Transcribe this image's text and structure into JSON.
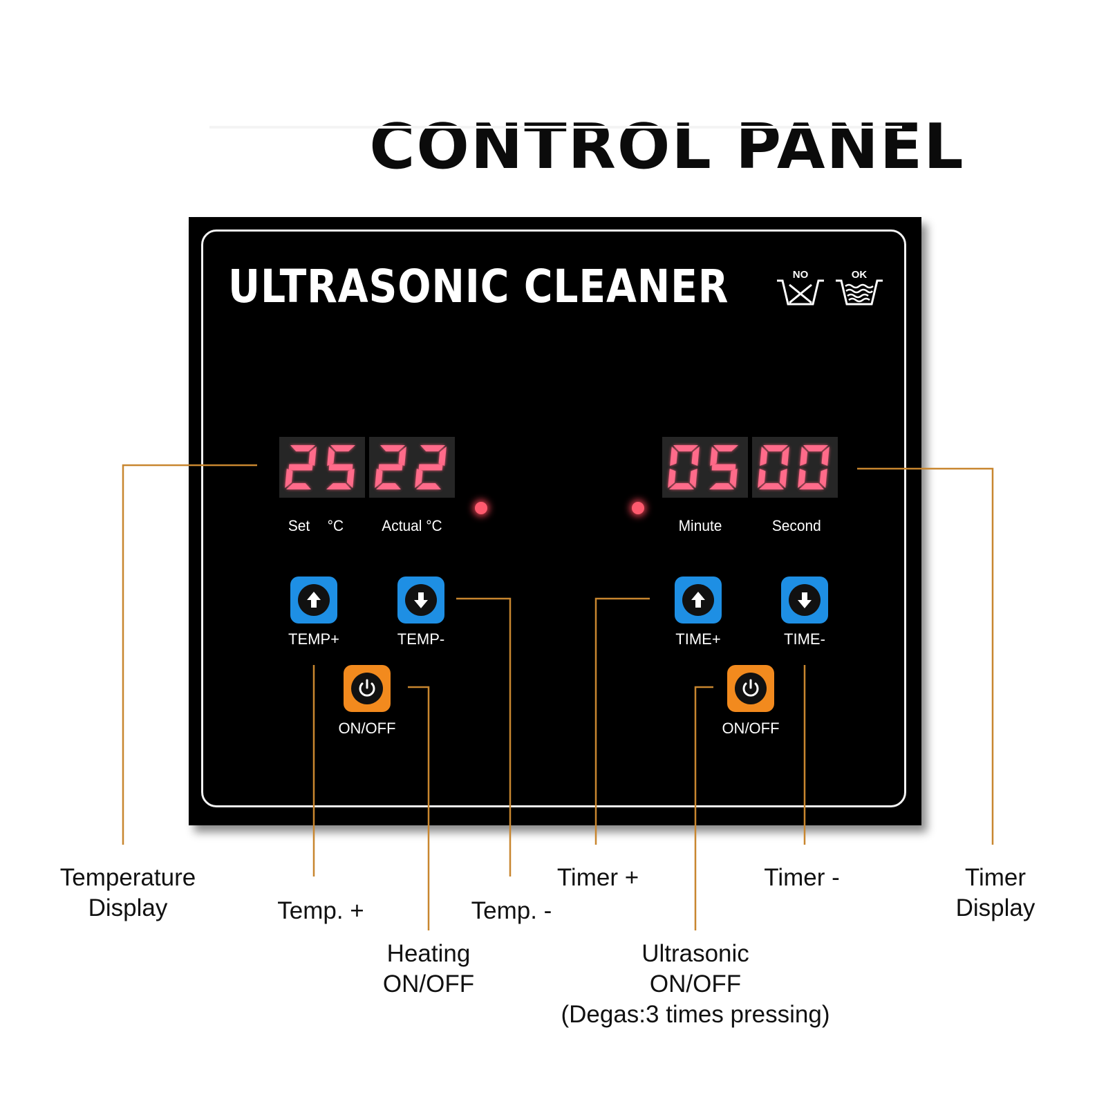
{
  "title": "CONTROL PANEL",
  "panel": {
    "brand": "ULTRASONIC CLEANER",
    "icons": [
      {
        "name": "no-water-icon",
        "text": "NO"
      },
      {
        "name": "ok-water-icon",
        "text": "OK"
      }
    ],
    "temperature": {
      "set": "25",
      "actual": "22",
      "set_label": "Set",
      "set_unit": "°C",
      "actual_label": "Actual °C"
    },
    "timer": {
      "minute": "05",
      "second": "00",
      "minute_label": "Minute",
      "second_label": "Second"
    },
    "buttons": {
      "temp_plus": "TEMP+",
      "temp_minus": "TEMP-",
      "heat_onoff": "ON/OFF",
      "time_plus": "TIME+",
      "time_minus": "TIME-",
      "ultra_onoff": "ON/OFF"
    },
    "colors": {
      "panel": "#000000",
      "segment": "#ff6b8a",
      "blue_button": "#1e8fe4",
      "orange_button": "#f28a1e",
      "leader": "#c8862f"
    }
  },
  "callouts": {
    "temperature_display": [
      "Temperature",
      "Display"
    ],
    "temp_plus": [
      "Temp. +"
    ],
    "heating_onoff": [
      "Heating",
      "ON/OFF"
    ],
    "temp_minus": [
      "Temp. -"
    ],
    "timer_plus": [
      "Timer +"
    ],
    "ultrasonic_onoff": [
      "Ultrasonic",
      "ON/OFF",
      "(Degas:3 times pressing)"
    ],
    "timer_minus": [
      "Timer -"
    ],
    "timer_display": [
      "Timer",
      "Display"
    ]
  }
}
